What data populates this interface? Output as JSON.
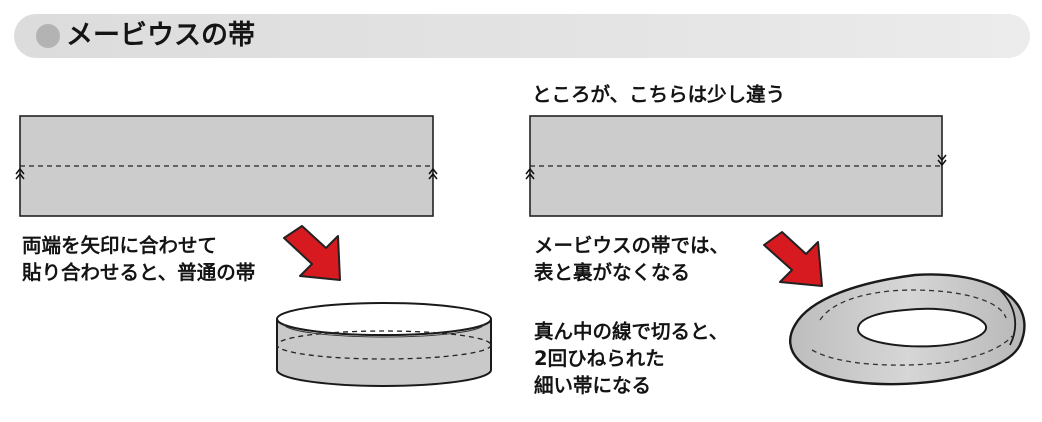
{
  "title": "メービウスの帯",
  "left": {
    "caption_lines": [
      "両端を矢印に合わせて",
      "貼り合わせると、普通の帯"
    ]
  },
  "right": {
    "heading": "ところが、こちらは少し違う",
    "caption1_lines": [
      "メービウスの帯では、",
      "表と裏がなくなる"
    ],
    "caption2_lines": [
      "真ん中の線で切ると、",
      "2回ひねられた",
      "細い帯になる"
    ]
  },
  "colors": {
    "strip_fill": "#cccccc",
    "arrow": "#d71a20",
    "title_bar": "#e0e0e0",
    "title_dot": "#b3b3b3"
  },
  "icons": [
    "circle-bullet-icon",
    "red-arrow-icon",
    "chevron-up-marker-icon",
    "chevron-down-marker-icon"
  ]
}
